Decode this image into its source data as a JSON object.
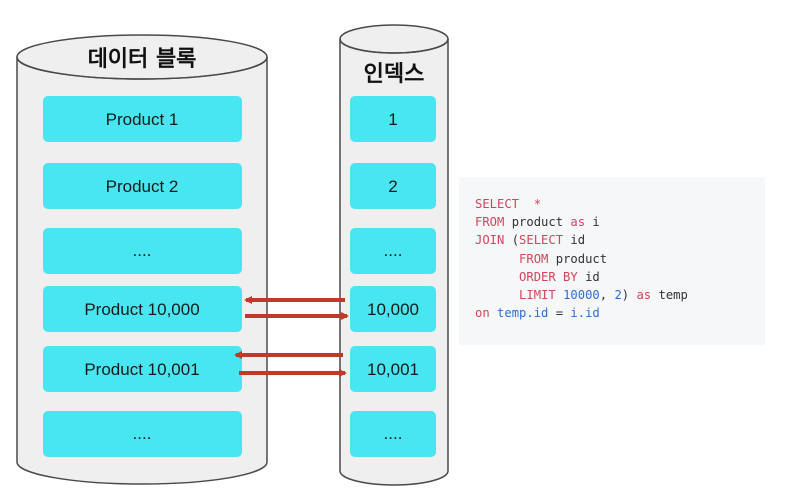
{
  "colors": {
    "cell_fill": "#48e6f0",
    "cylinder_fill": "#efefef",
    "cylinder_stroke": "#4a4a4a",
    "arrow": "#c0392b",
    "sql_keyword": "#d3455b",
    "sql_identifier": "#2d6fd6",
    "code_bg": "#f5f7f8"
  },
  "data_block": {
    "title": "데이터 블록",
    "rows": [
      "Product 1",
      "Product 2",
      "....",
      "Product 10,000",
      "Product 10,001",
      "...."
    ]
  },
  "index_block": {
    "title": "인덱스",
    "rows": [
      "1",
      "2",
      "....",
      "10,000",
      "10,001",
      "...."
    ]
  },
  "arrows": [
    {
      "from": "10,000",
      "to": "Product 10,000"
    },
    {
      "from": "Product 10,000",
      "to": "10,000"
    },
    {
      "from": "10,001",
      "to": "Product 10,001"
    },
    {
      "from": "Product 10,001",
      "to": "10,001"
    }
  ],
  "sql": {
    "lines": [
      [
        {
          "t": "SELECT  *",
          "c": "kw"
        }
      ],
      [
        {
          "t": "FROM",
          "c": "kw"
        },
        {
          "t": " product ",
          "c": "pl"
        },
        {
          "t": "as",
          "c": "kw"
        },
        {
          "t": " i",
          "c": "pl"
        }
      ],
      [
        {
          "t": "JOIN",
          "c": "kw"
        },
        {
          "t": " (",
          "c": "pl"
        },
        {
          "t": "SELECT",
          "c": "kw"
        },
        {
          "t": " id",
          "c": "pl"
        }
      ],
      [
        {
          "t": "      ",
          "c": "pl"
        },
        {
          "t": "FROM",
          "c": "kw"
        },
        {
          "t": " product",
          "c": "pl"
        }
      ],
      [
        {
          "t": "      ",
          "c": "pl"
        },
        {
          "t": "ORDER BY",
          "c": "kw"
        },
        {
          "t": " id",
          "c": "pl"
        }
      ],
      [
        {
          "t": "      ",
          "c": "pl"
        },
        {
          "t": "LIMIT",
          "c": "kw"
        },
        {
          "t": " ",
          "c": "pl"
        },
        {
          "t": "10000",
          "c": "fn"
        },
        {
          "t": ", ",
          "c": "pl"
        },
        {
          "t": "2",
          "c": "fn"
        },
        {
          "t": ") ",
          "c": "pl"
        },
        {
          "t": "as",
          "c": "kw"
        },
        {
          "t": " temp",
          "c": "pl"
        }
      ],
      [
        {
          "t": "on",
          "c": "kw"
        },
        {
          "t": " ",
          "c": "pl"
        },
        {
          "t": "temp.id",
          "c": "fn"
        },
        {
          "t": " = ",
          "c": "pl"
        },
        {
          "t": "i.id",
          "c": "fn"
        }
      ]
    ]
  }
}
